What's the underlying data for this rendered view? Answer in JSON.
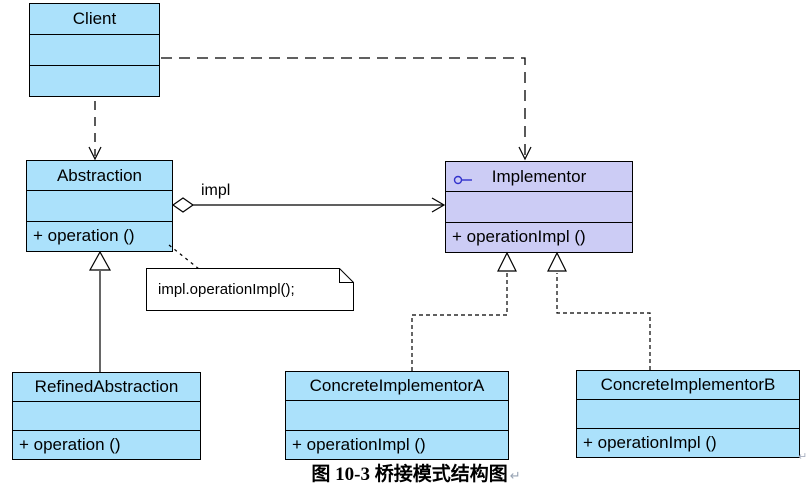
{
  "diagram": {
    "type": "uml-class-diagram",
    "pattern": "Bridge",
    "caption": {
      "text": "图 10-3 桥接模式结构图",
      "return_mark": "↵"
    },
    "note": {
      "text": "impl.operationImpl();"
    },
    "association_label": "impl",
    "classes": {
      "client": {
        "name": "Client"
      },
      "abstraction": {
        "name": "Abstraction",
        "operation": "+ operation ()"
      },
      "implementor": {
        "name": "Implementor",
        "operation": "+ operationImpl ()",
        "stereotype_icon": "interface-lollipop-icon"
      },
      "refined_abstraction": {
        "name": "RefinedAbstraction",
        "operation": "+ operation ()"
      },
      "concrete_implementor_a": {
        "name": "ConcreteImplementorA",
        "operation": "+ operationImpl ()"
      },
      "concrete_implementor_b": {
        "name": "ConcreteImplementorB",
        "operation": "+ operationImpl ()"
      }
    },
    "relationships": [
      {
        "type": "dependency",
        "from": "Client",
        "to": "Abstraction",
        "line": "dashed-open-arrow"
      },
      {
        "type": "dependency",
        "from": "Client",
        "to": "Implementor",
        "line": "dashed-open-arrow"
      },
      {
        "type": "aggregation",
        "from": "Abstraction",
        "to": "Implementor",
        "label": "impl",
        "line": "solid-hollow-diamond-open-arrow"
      },
      {
        "type": "generalization",
        "from": "RefinedAbstraction",
        "to": "Abstraction",
        "line": "solid-hollow-triangle"
      },
      {
        "type": "realization",
        "from": "ConcreteImplementorA",
        "to": "Implementor",
        "line": "dashed-hollow-triangle"
      },
      {
        "type": "realization",
        "from": "ConcreteImplementorB",
        "to": "Implementor",
        "line": "dashed-hollow-triangle"
      },
      {
        "type": "note-anchor",
        "from": "Abstraction.operation",
        "to": "note",
        "line": "dotted"
      }
    ],
    "colors": {
      "class_fill": "#ABE1FB",
      "interface_fill": "#CCCCF5",
      "border": "#000000",
      "note_fill": "#FFFFFF",
      "interface_icon": "#3333CC",
      "background": "#FFFFFF"
    }
  }
}
